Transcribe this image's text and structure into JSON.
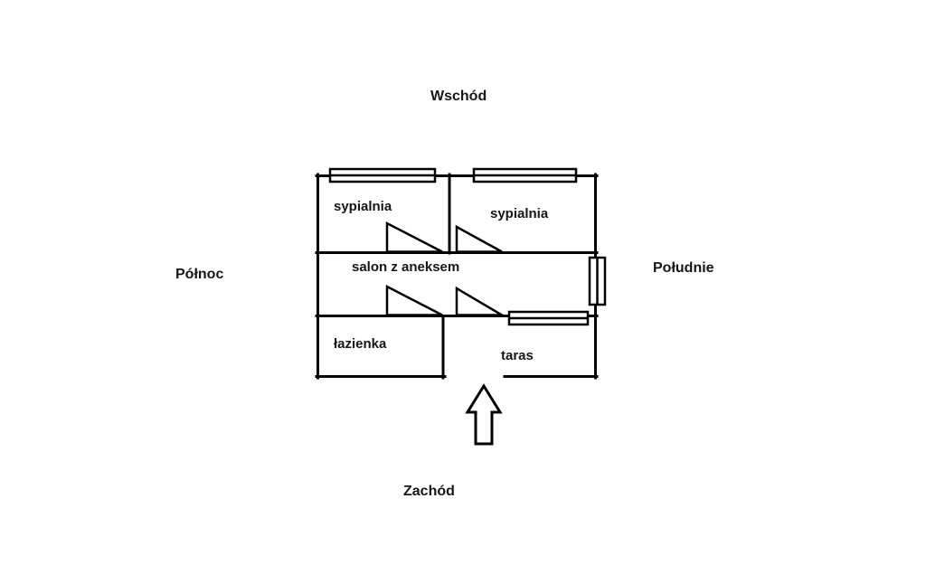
{
  "compass": {
    "east": "Wschód",
    "south": "Południe",
    "west": "Zachód",
    "north": "Północ"
  },
  "rooms": {
    "bedroom_left": "sypialnia",
    "bedroom_right": "sypialnia",
    "living_room": "salon z aneksem",
    "bathroom": "łazienka",
    "terrace": "taras"
  },
  "icons": {
    "entrance_arrow": "up-arrow-outline",
    "door_swing": "right-triangle",
    "window": "double-rectangle"
  },
  "colors": {
    "background": "#ffffff",
    "wall": "#000000",
    "text": "#161616"
  }
}
